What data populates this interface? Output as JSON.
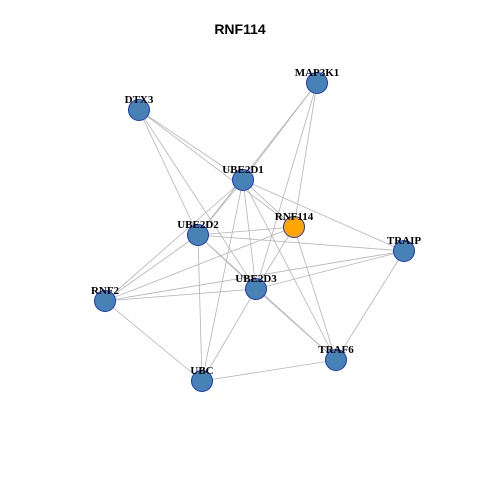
{
  "title": "RNF114",
  "colors": {
    "node_default": "#4682b4",
    "node_focus": "#ffa500",
    "node_border": "#1e32c8",
    "edge": "#b4b4b4"
  },
  "network": {
    "focus_node": "RNF114",
    "nodes": [
      "MAP3K1",
      "DTX3",
      "UBE2D1",
      "UBE2D2",
      "RNF114",
      "TRAIP",
      "UBE2D3",
      "RNF2",
      "TRAF6",
      "UBC"
    ],
    "edges": [
      [
        "MAP3K1",
        "UBE2D1"
      ],
      [
        "MAP3K1",
        "UBE2D2"
      ],
      [
        "MAP3K1",
        "UBE2D3"
      ],
      [
        "MAP3K1",
        "RNF114"
      ],
      [
        "DTX3",
        "UBE2D1"
      ],
      [
        "DTX3",
        "UBE2D2"
      ],
      [
        "DTX3",
        "UBE2D3"
      ],
      [
        "DTX3",
        "RNF114"
      ],
      [
        "UBE2D1",
        "UBE2D2"
      ],
      [
        "UBE2D1",
        "RNF114"
      ],
      [
        "UBE2D1",
        "TRAIP"
      ],
      [
        "UBE2D1",
        "RNF2"
      ],
      [
        "UBE2D1",
        "UBC"
      ],
      [
        "UBE2D1",
        "TRAF6"
      ],
      [
        "UBE2D1",
        "UBE2D3"
      ],
      [
        "UBE2D2",
        "RNF114"
      ],
      [
        "UBE2D2",
        "TRAIP"
      ],
      [
        "UBE2D2",
        "UBE2D3"
      ],
      [
        "UBE2D2",
        "RNF2"
      ],
      [
        "UBE2D2",
        "UBC"
      ],
      [
        "UBE2D2",
        "TRAF6"
      ],
      [
        "RNF114",
        "UBE2D3"
      ],
      [
        "RNF114",
        "TRAF6"
      ],
      [
        "RNF114",
        "RNF2"
      ],
      [
        "TRAIP",
        "UBE2D3"
      ],
      [
        "TRAIP",
        "RNF2"
      ],
      [
        "TRAIP",
        "TRAF6"
      ],
      [
        "UBE2D3",
        "RNF2"
      ],
      [
        "UBE2D3",
        "UBC"
      ],
      [
        "UBE2D3",
        "TRAF6"
      ],
      [
        "RNF2",
        "UBC"
      ],
      [
        "TRAF6",
        "UBC"
      ]
    ]
  }
}
